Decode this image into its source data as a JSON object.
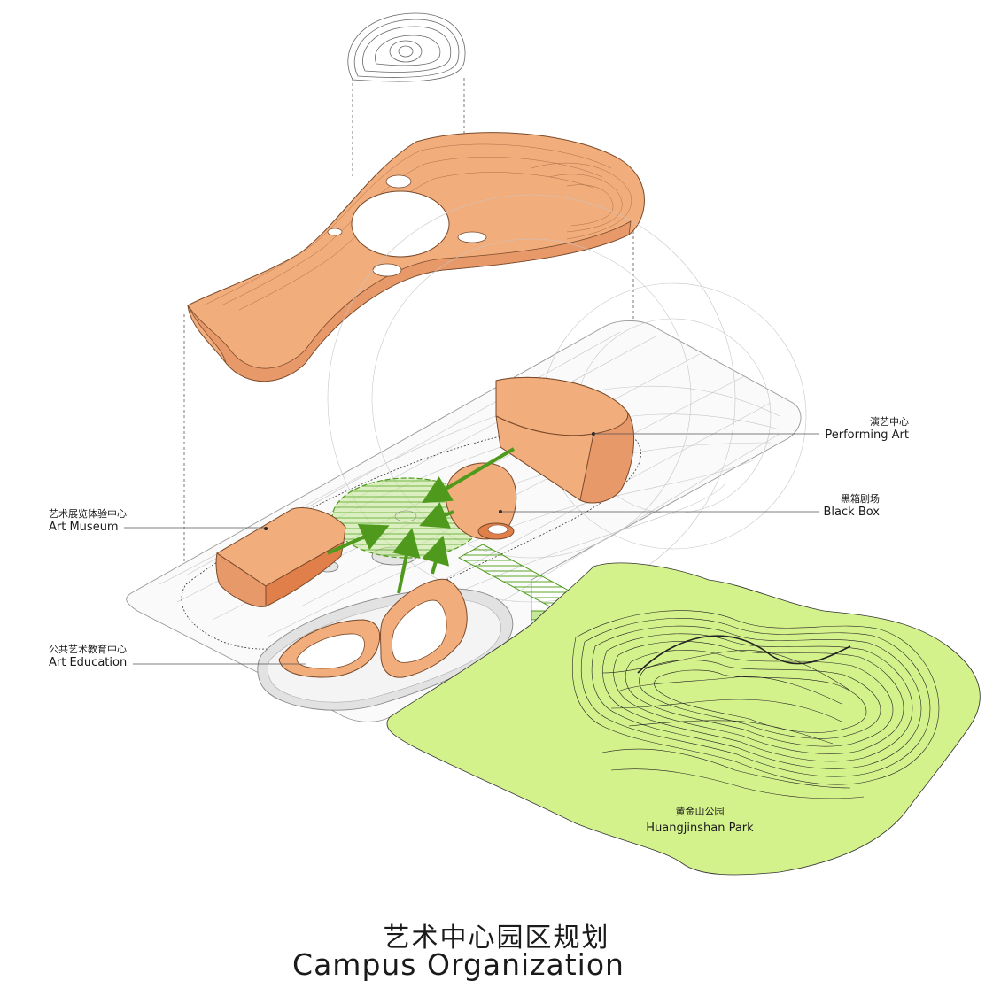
{
  "labels": {
    "performing_art": {
      "cn": "演艺中心",
      "en": "Performing Art"
    },
    "black_box": {
      "cn": "黑箱剧场",
      "en": "Black Box"
    },
    "art_museum": {
      "cn": "艺术展览体验中心",
      "en": "Art Museum"
    },
    "art_education": {
      "cn": "公共艺术教育中心",
      "en": "Art Education"
    },
    "park": {
      "cn": "黄金山公园",
      "en": "Huangjinshan Park"
    }
  },
  "title": {
    "cn": "艺术中心园区规划",
    "en": "Campus Organization"
  },
  "colors": {
    "building": "#f2ad7c",
    "building_stroke": "#7a4a2a",
    "park": "#d4f28c",
    "arrow": "#4f9a1c",
    "plaza": "#b8e07a",
    "linework": "#bdbdbd"
  }
}
